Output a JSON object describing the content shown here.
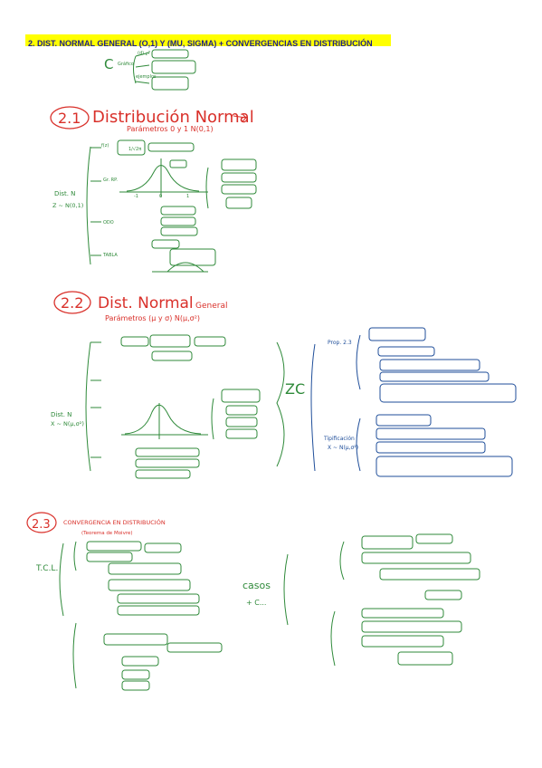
{
  "header": {
    "title": "2. DIST. NORMAL GENERAL (O,1) Y (MU, SIGMA) + CONVERGENCIAS EN DISTRIBUCIÓN"
  },
  "colors": {
    "ink_red": "#d9302a",
    "ink_green": "#2f8a3a",
    "ink_blue": "#1f4e9a",
    "banner": "#ffff00"
  },
  "sections": {
    "s21": {
      "number": "2.1",
      "title": "Distribución Normal",
      "subtitle": "Parámetros 0 y 1  N(0,1)"
    },
    "s22": {
      "number": "2.2",
      "title": "Dist. Normal",
      "qualifier": "General",
      "subtitle": "Parámetros (μ y σ)  N(μ,σ²)"
    },
    "s23": {
      "number": "2.3",
      "title": "CONVERGENCIA EN DISTRIBUCIÓN",
      "subtitle": "(Teorema de Moivre)"
    }
  },
  "notes": {
    "top_c": "C",
    "top_items": [
      "(d) ¿?",
      "Gráfico",
      "ejemplos"
    ],
    "dist1_root": "Dist. N",
    "dist1_var": "Z ~ N(0,1)",
    "dist2_root": "Dist. N",
    "dist2_var": "X ~ N(μ,σ²)",
    "tc_label": "T.C.L.",
    "casos_label": "casos",
    "casos_sub": "+ C..."
  }
}
